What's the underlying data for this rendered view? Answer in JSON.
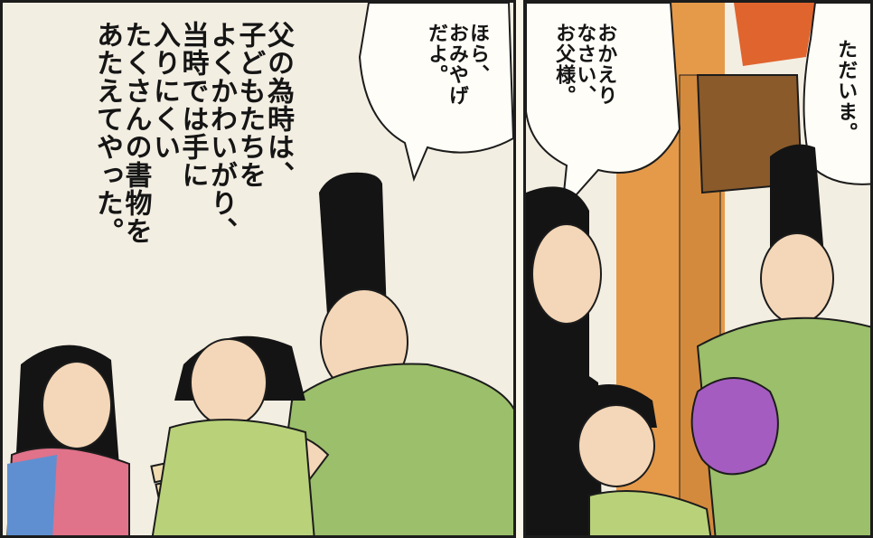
{
  "panels": [
    {
      "narration": [
        "父の為時は、",
        "子どもたちを",
        "よくかわいがり、",
        "当時では手に",
        "入りにくい",
        "たくさんの書物を",
        "あたえてやった。"
      ],
      "speech": [
        "ほら、",
        "おみやげ",
        "だよ。"
      ]
    },
    {
      "speech_children": [
        "おかえり",
        "なさい、",
        "お父様。"
      ],
      "speech_father": [
        "ただいま。"
      ]
    }
  ],
  "colors": {
    "robe_green": "#9bbf6a",
    "hat_black": "#141414",
    "skin": "#f4d7b8",
    "gift_purple": "#a55cc0",
    "pillar_orange": "#e59a4a",
    "sister_kimono_pink": "#e0728a",
    "sister_kimono_blue": "#5f8fd0"
  }
}
